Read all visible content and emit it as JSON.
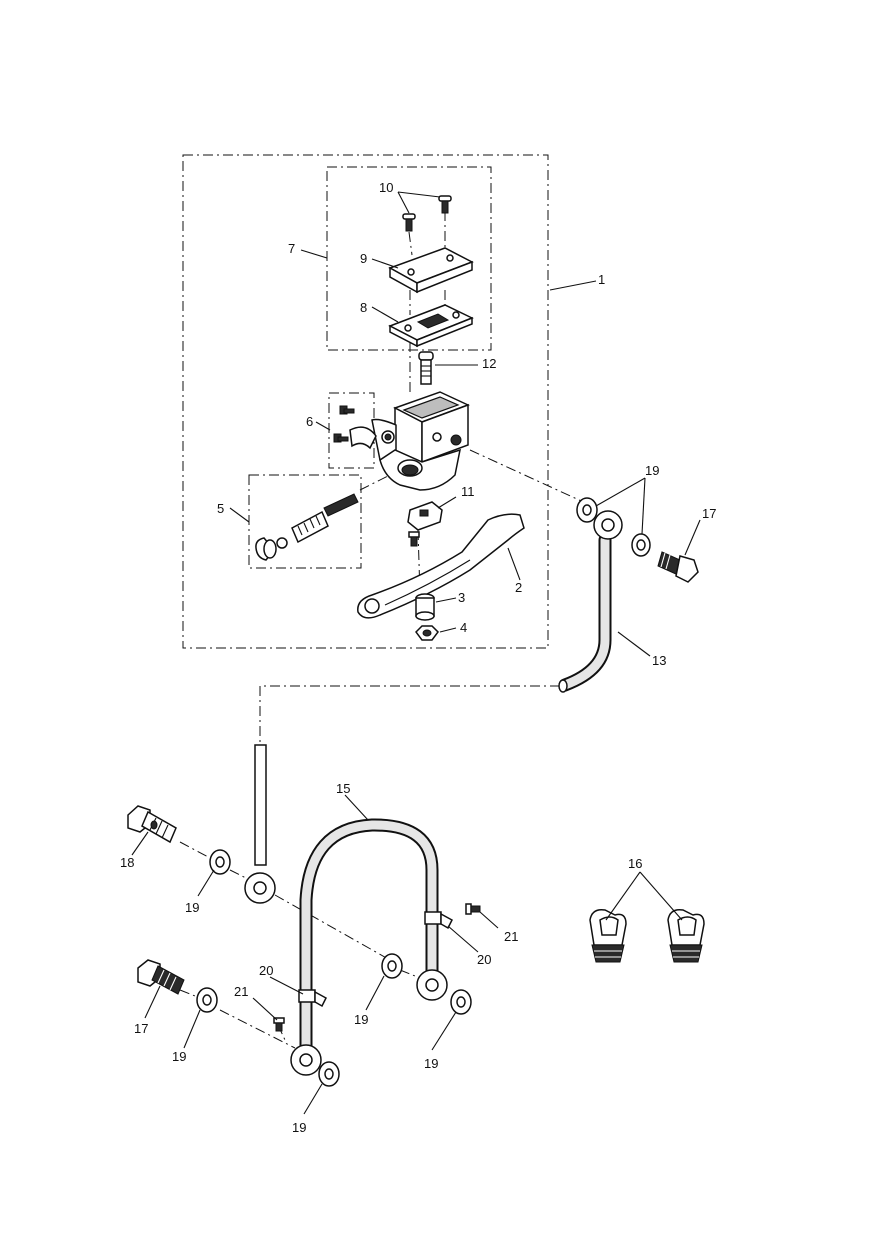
{
  "labels": {
    "l1": "1",
    "l2": "2",
    "l3": "3",
    "l4": "4",
    "l5": "5",
    "l6": "6",
    "l7": "7",
    "l8": "8",
    "l9": "9",
    "l10": "10",
    "l11": "11",
    "l12": "12",
    "l13": "13",
    "l15": "15",
    "l16": "16",
    "l17a": "17",
    "l17b": "17",
    "l18": "18",
    "l19a": "19",
    "l19b": "19",
    "l19c": "19",
    "l19d": "19",
    "l19e": "19",
    "l19f": "19",
    "l20a": "20",
    "l20b": "20",
    "l21a": "21",
    "l21b": "21"
  }
}
